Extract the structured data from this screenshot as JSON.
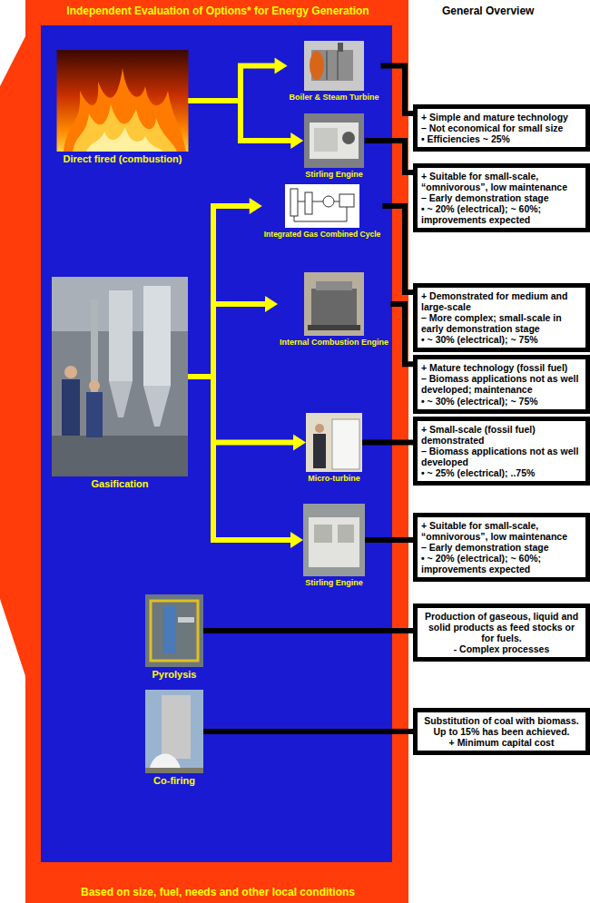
{
  "diagram": {
    "title": "Independent Evaluation of Options* for Energy Generation",
    "nodes": [
      {
        "text": [
          "Direct fired (combustion)"
        ]
      },
      {
        "text": [
          "Boiler & Steam Turbine"
        ]
      },
      {
        "text": [
          "Stirling Engine"
        ]
      },
      {
        "text": [
          "Gasification"
        ]
      },
      {
        "text": [
          "Integrated Gas Combined Cycle"
        ]
      },
      {
        "text": [
          "Internal Combustion Engine"
        ]
      },
      {
        "text": [
          "Micro-turbine"
        ]
      },
      {
        "text": [
          "Stirling Engine"
        ]
      },
      {
        "text": [
          "Pyrolysis"
        ]
      },
      {
        "text": [
          "Co-firing"
        ]
      },
      {
        "text": [
          "+ Simple and mature technology",
          "– Not economical for small size",
          "• Efficiencies ~ 25%"
        ]
      },
      {
        "text": [
          "+ Suitable for small-scale, “omnivorous”, low maintenance",
          "– Early demonstration stage",
          "• ~ 20% (electrical); ~ 60%; improvements expected"
        ]
      },
      {
        "text": [
          "+ Demonstrated for medium and large-scale",
          "– More complex; small-scale in early demonstration stage",
          "• ~ 30% (electrical); ~ 75%"
        ]
      },
      {
        "text": [
          "+ Mature technology (fossil fuel)",
          "– Biomass applications not as well developed; maintenance",
          "• ~ 30% (electrical); ~ 75%"
        ]
      },
      {
        "text": [
          "+ Small-scale (fossil fuel) demonstrated",
          "– Biomass applications not as well developed",
          "• ~ 25% (electrical); ..75%"
        ]
      },
      {
        "text": [
          "+ Suitable for small-scale, “omnivorous”, low maintenance",
          "– Early demonstration stage",
          "• ~ 20% (electrical); ~ 60%; improvements expected"
        ]
      },
      {
        "text": [
          "Production of gaseous, liquid and solid products as feed stocks or for fuels.",
          "- Complex processes"
        ]
      },
      {
        "text": [
          "Substitution of coal with biomass. Up to 15% has been achieved.",
          "+ Minimum capital cost"
        ]
      }
    ],
    "edges": [
      {
        "from": 0,
        "to": 1,
        "arrow": "to"
      },
      {
        "from": 0,
        "to": 2,
        "arrow": "to"
      },
      {
        "from": 3,
        "to": 4,
        "arrow": "to"
      },
      {
        "from": 3,
        "to": 5,
        "arrow": "to"
      },
      {
        "from": 3,
        "to": 6,
        "arrow": "to"
      },
      {
        "from": 3,
        "to": 7,
        "arrow": "to"
      },
      {
        "from": 1,
        "to": 10,
        "arrow": "none"
      },
      {
        "from": 2,
        "to": 11,
        "arrow": "none"
      },
      {
        "from": 4,
        "to": 12,
        "arrow": "none"
      },
      {
        "from": 5,
        "to": 13,
        "arrow": "none"
      },
      {
        "from": 6,
        "to": 14,
        "arrow": "none"
      },
      {
        "from": 7,
        "to": 15,
        "arrow": "none"
      },
      {
        "from": 8,
        "to": 16,
        "arrow": "none"
      },
      {
        "from": 9,
        "to": 17,
        "arrow": "none"
      }
    ],
    "labels": [
      "General Overview",
      "Based on size, fuel, needs and other local conditions"
    ]
  }
}
